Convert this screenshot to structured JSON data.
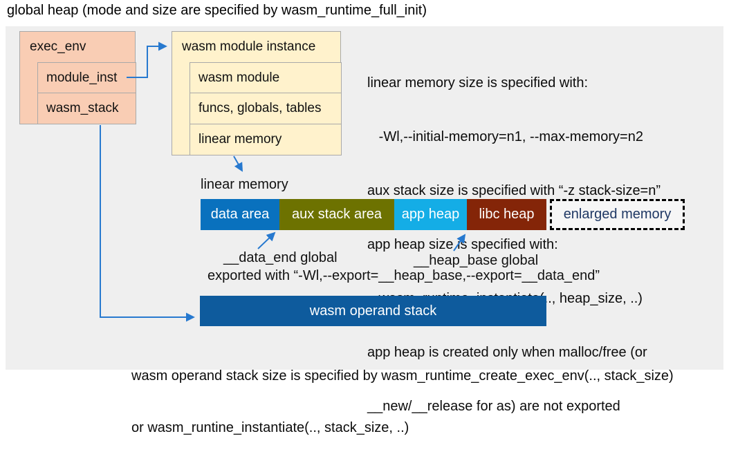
{
  "title": "global heap (mode and size are specified by wasm_runtime_full_init)",
  "exec_env_box": {
    "header": "exec_env",
    "rows": [
      "module_inst",
      "wasm_stack"
    ]
  },
  "module_instance_box": {
    "header": "wasm module instance",
    "rows": [
      "wasm module",
      "funcs, globals, tables",
      "linear memory"
    ]
  },
  "notes_right": {
    "lines": [
      "linear memory size is specified with:",
      "   -Wl,--initial-memory=n1, --max-memory=n2",
      "aux stack size is specified with “-z stack-size=n”",
      "app heap size is specified with:",
      "   wasm_runtime_instantiate(.., heap_size, ..)",
      "app heap is created only when malloc/free (or",
      "__new/__release for as) are not exported"
    ]
  },
  "linear_memory": {
    "label": "linear memory",
    "segments": [
      {
        "label": "data area",
        "color": "#0971be"
      },
      {
        "label": "aux stack area",
        "color": "#6d7200"
      },
      {
        "label": "app heap",
        "color": "#14ade6"
      },
      {
        "label": "libc heap",
        "color": "#842508"
      },
      {
        "label": "enlarged memory",
        "color": "transparent"
      }
    ],
    "data_end_label": "__data_end global",
    "heap_base_label": "__heap_base global",
    "export_note": "exported with “-Wl,--export=__heap_base,--export=__data_end”"
  },
  "operand_stack": {
    "label": "wasm operand stack",
    "color": "#0e5b9d"
  },
  "notes_bottom": {
    "lines": [
      "wasm operand stack size is specified by wasm_runtime_create_exec_env(.., stack_size)",
      "or wasm_runtine_instantiate(.., stack_size, ..)"
    ]
  },
  "colors": {
    "panel_background": "#efefef",
    "exec_env_box": "#f9cdb4",
    "module_instance_box": "#fff2cc",
    "box_border": "#a9a9a9",
    "arrow": "#2779cf",
    "enlarged_memory_text": "#1f3864"
  }
}
